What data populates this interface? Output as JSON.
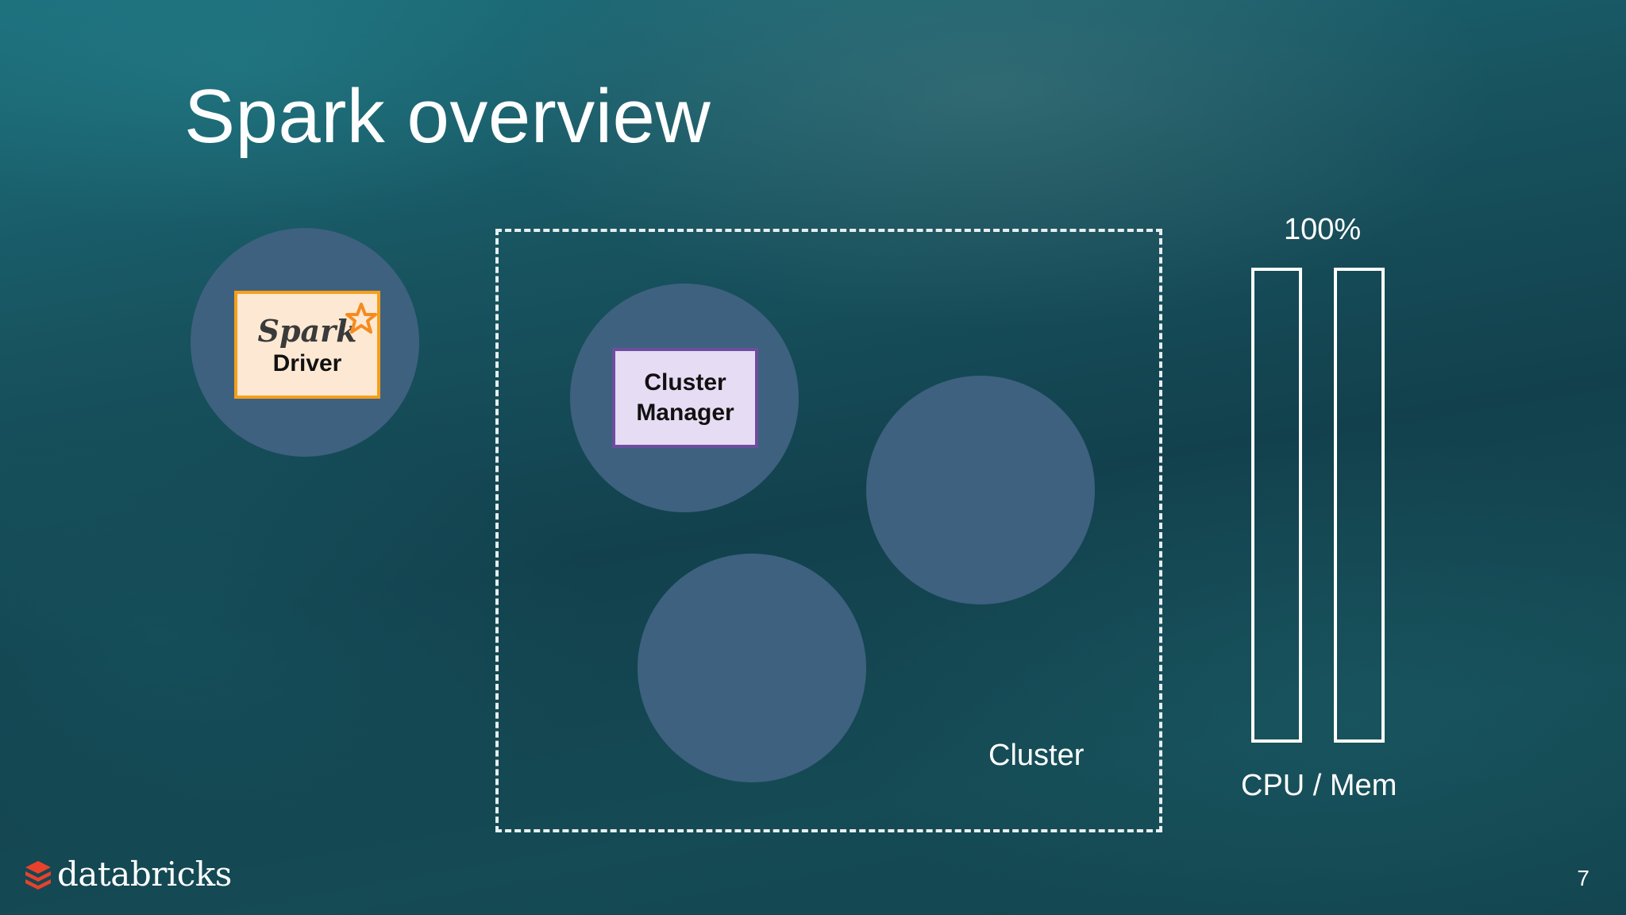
{
  "slide": {
    "title": "Spark overview",
    "page_number": "7"
  },
  "driver": {
    "logo_text": "Spark",
    "label": "Driver",
    "fill_color": "#fde8d3",
    "border_color": "#f59f1a"
  },
  "cluster": {
    "label": "Cluster",
    "manager": {
      "label_line1": "Cluster",
      "label_line2": "Manager",
      "fill_color": "#e6dcf3",
      "border_color": "#6c4e9e"
    }
  },
  "resources": {
    "top_label": "100%",
    "bottom_label": "CPU / Mem",
    "cpu_level": 0,
    "mem_level": 0
  },
  "brand": {
    "logo_text": "databricks",
    "logo_color": "#e8412c",
    "node_color": "#3e6180"
  }
}
